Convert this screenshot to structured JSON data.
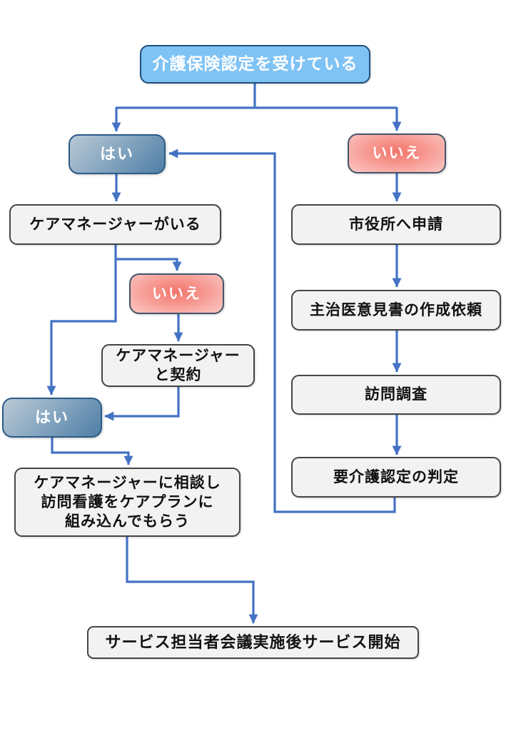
{
  "flowchart": {
    "line_color": "#4472c4",
    "colors": {
      "start_fill": "#7fc3f5",
      "start_border": "#1f4e79",
      "yes_fill_light": "#bac9d5",
      "yes_fill_dark": "#4f7ea6",
      "yes_border": "#2c5b88",
      "no_fill_center": "#f3756b",
      "no_fill_edge": "#fcc9c6",
      "no_border": "#44546a",
      "process_fill": "#f2f2f2",
      "process_border": "#464646"
    },
    "nodes": {
      "start": {
        "label": "介護保険認定を受けている"
      },
      "yes_top": {
        "label": "はい"
      },
      "no_top": {
        "label": "いいえ"
      },
      "has_care_manager": {
        "label": "ケアマネージャーがいる"
      },
      "no_mid": {
        "label": "いいえ"
      },
      "contract": {
        "line1": "ケアマネージャー",
        "line2": "と契約"
      },
      "yes_mid": {
        "label": "はい"
      },
      "consult": {
        "line1": "ケアマネージャーに相談し",
        "line2": "訪問看護をケアプランに",
        "line3": "組み込んでもらう"
      },
      "city_apply": {
        "label": "市役所へ申請"
      },
      "doctor_opinion": {
        "label": "主治医意見書の作成依頼"
      },
      "visit_survey": {
        "label": "訪問調査"
      },
      "certification": {
        "label": "要介護認定の判定"
      },
      "service_start": {
        "label": "サービス担当者会議実施後サービス開始"
      }
    }
  }
}
